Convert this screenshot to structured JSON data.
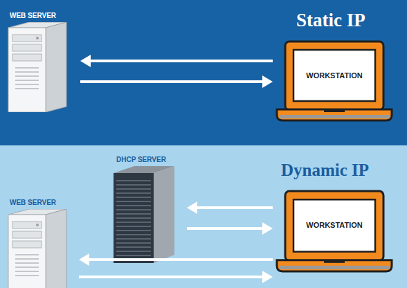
{
  "diagram": {
    "nodes": [
      {
        "text": [
          "Static IP"
        ]
      },
      {
        "text": [
          "WEB SERVER"
        ],
        "in": 0
      },
      {
        "text": [
          "WORKSTATION"
        ],
        "in": 0
      },
      {
        "text": [
          "Dynamic IP"
        ]
      },
      {
        "text": [
          "DHCP SERVER"
        ],
        "in": 3
      },
      {
        "text": [
          "WEB SERVER"
        ],
        "in": 3
      },
      {
        "text": [
          "WORKSTATION"
        ],
        "in": 3
      }
    ],
    "edges": [
      {
        "from": 2,
        "to": 1,
        "arrow": "to"
      },
      {
        "from": 1,
        "to": 2,
        "arrow": "to"
      },
      {
        "from": 6,
        "to": 4,
        "arrow": "to"
      },
      {
        "from": 4,
        "to": 6,
        "arrow": "to"
      },
      {
        "from": 6,
        "to": 5,
        "arrow": "to"
      },
      {
        "from": 5,
        "to": 6,
        "arrow": "to"
      }
    ]
  }
}
